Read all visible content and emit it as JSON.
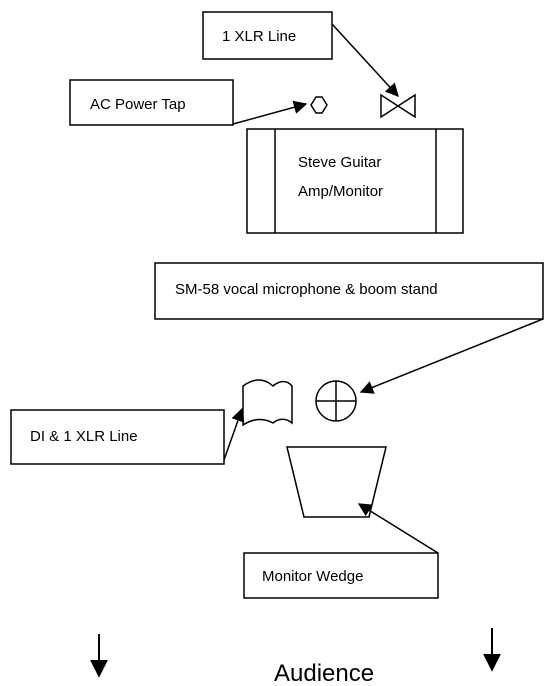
{
  "labels": {
    "xlr_line": "1 XLR Line",
    "ac_power_tap": "AC Power Tap",
    "amp_line1": "Steve Guitar",
    "amp_line2": "Amp/Monitor",
    "vocal_mic": "SM-58 vocal microphone & boom stand",
    "di_xlr": "DI & 1 XLR Line",
    "monitor_wedge": "Monitor Wedge",
    "audience": "Audience"
  }
}
